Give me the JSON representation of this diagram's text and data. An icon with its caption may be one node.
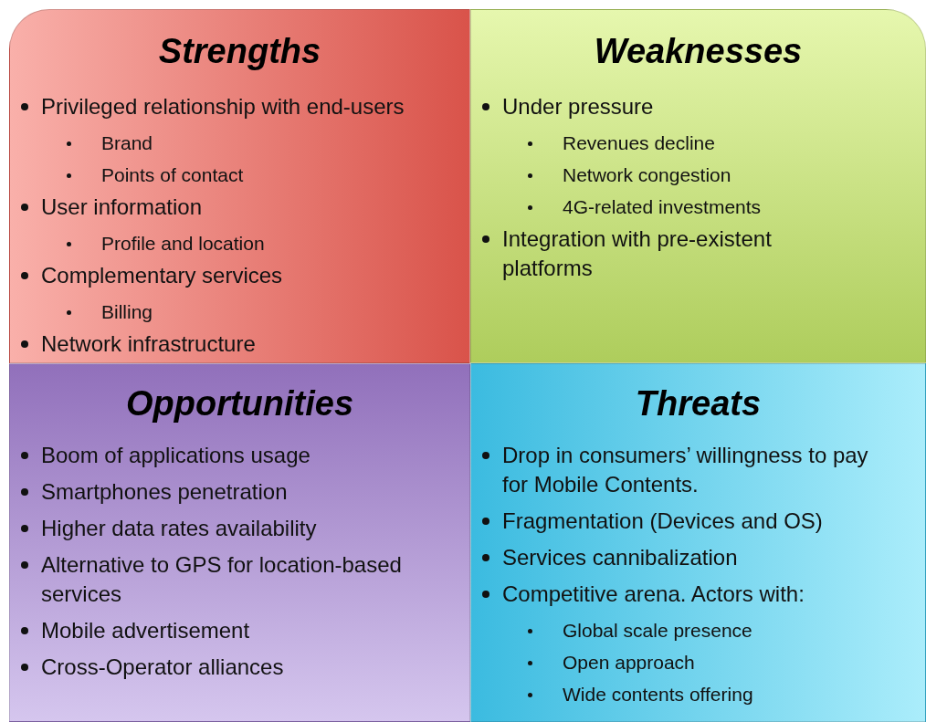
{
  "diagram": {
    "nodes": [
      {
        "text": [
          "Strengths",
          "Privileged relationship with end-users",
          "Brand",
          "Points of contact",
          "User information",
          "Profile and location",
          "Complementary services",
          "Billing",
          "Network infrastructure"
        ]
      },
      {
        "text": [
          "Weaknesses",
          "Under pressure",
          "Revenues decline",
          "Network congestion",
          "4G-related investments",
          "Integration with pre-existent platforms"
        ]
      },
      {
        "text": [
          "Opportunities",
          "Boom of applications usage",
          "Smartphones penetration",
          "Higher data rates availability",
          "Alternative to GPS for location-based services",
          "Mobile advertisement",
          "Cross-Operator alliances"
        ]
      },
      {
        "text": [
          "Threats",
          "Drop in consumers’ willingness to pay for Mobile Contents.",
          "Fragmentation (Devices and OS)",
          "Services cannibalization",
          "Competitive arena. Actors with:",
          "Global scale presence",
          "Open approach",
          "Wide contents offering"
        ]
      }
    ]
  }
}
